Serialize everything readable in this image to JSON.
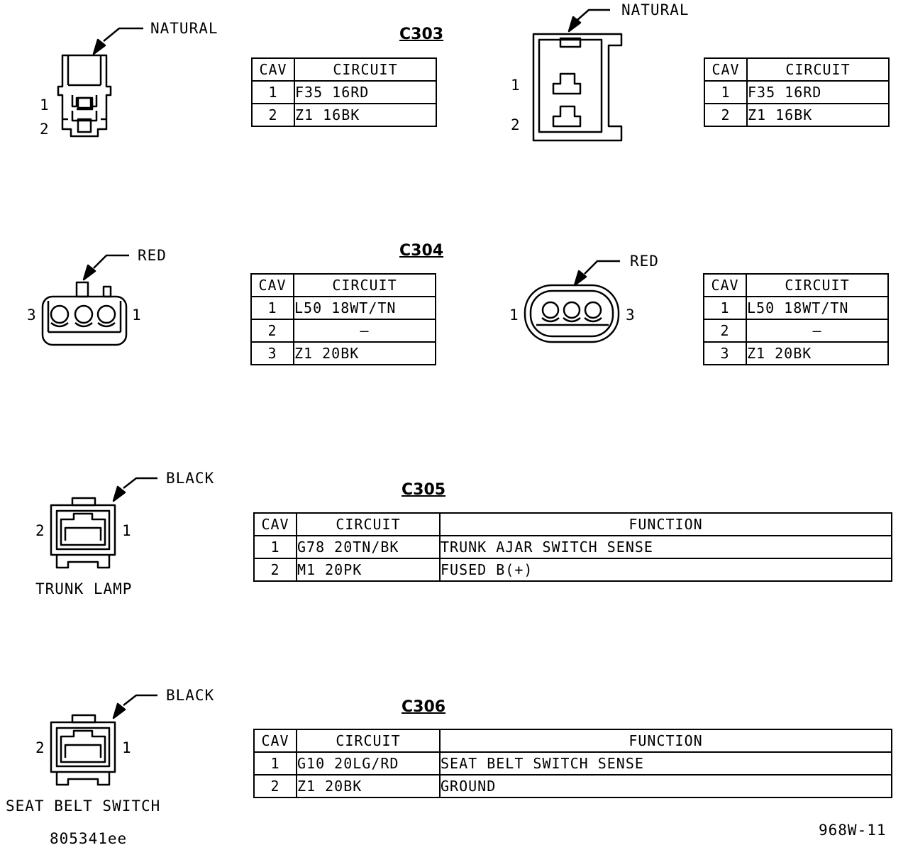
{
  "c303": {
    "title": "C303",
    "left_connector": {
      "color_label": "NATURAL",
      "pin_labels": [
        "1",
        "2"
      ]
    },
    "right_connector": {
      "color_label": "NATURAL",
      "pin_labels": [
        "1",
        "2"
      ]
    },
    "left_table": {
      "headers": [
        "CAV",
        "CIRCUIT"
      ],
      "rows": [
        {
          "cav": "1",
          "circuit": "F35 16RD"
        },
        {
          "cav": "2",
          "circuit": "Z1 16BK"
        }
      ]
    },
    "right_table": {
      "headers": [
        "CAV",
        "CIRCUIT"
      ],
      "rows": [
        {
          "cav": "1",
          "circuit": "F35 16RD"
        },
        {
          "cav": "2",
          "circuit": "Z1 16BK"
        }
      ]
    }
  },
  "c304": {
    "title": "C304",
    "left_connector": {
      "color_label": "RED",
      "pin_labels": [
        "3",
        "1"
      ]
    },
    "right_connector": {
      "color_label": "RED",
      "pin_labels": [
        "1",
        "3"
      ]
    },
    "left_table": {
      "headers": [
        "CAV",
        "CIRCUIT"
      ],
      "rows": [
        {
          "cav": "1",
          "circuit": "L50 18WT/TN"
        },
        {
          "cav": "2",
          "circuit": "–"
        },
        {
          "cav": "3",
          "circuit": "Z1 20BK"
        }
      ]
    },
    "right_table": {
      "headers": [
        "CAV",
        "CIRCUIT"
      ],
      "rows": [
        {
          "cav": "1",
          "circuit": "L50 18WT/TN"
        },
        {
          "cav": "2",
          "circuit": "–"
        },
        {
          "cav": "3",
          "circuit": "Z1 20BK"
        }
      ]
    }
  },
  "c305": {
    "title": "C305",
    "connector": {
      "color_label": "BLACK",
      "pin_labels": [
        "2",
        "1"
      ],
      "name": "TRUNK LAMP"
    },
    "table": {
      "headers": [
        "CAV",
        "CIRCUIT",
        "FUNCTION"
      ],
      "rows": [
        {
          "cav": "1",
          "circuit": "G78 20TN/BK",
          "function": "TRUNK AJAR SWITCH SENSE"
        },
        {
          "cav": "2",
          "circuit": "M1 20PK",
          "function": "FUSED B(+)"
        }
      ]
    }
  },
  "c306": {
    "title": "C306",
    "connector": {
      "color_label": "BLACK",
      "pin_labels": [
        "2",
        "1"
      ],
      "name": "SEAT BELT SWITCH"
    },
    "table": {
      "headers": [
        "CAV",
        "CIRCUIT",
        "FUNCTION"
      ],
      "rows": [
        {
          "cav": "1",
          "circuit": "G10 20LG/RD",
          "function": "SEAT BELT SWITCH SENSE"
        },
        {
          "cav": "2",
          "circuit": "Z1 20BK",
          "function": "GROUND"
        }
      ]
    }
  },
  "footer": {
    "left_code": "805341ee",
    "right_code": "968W-11"
  }
}
